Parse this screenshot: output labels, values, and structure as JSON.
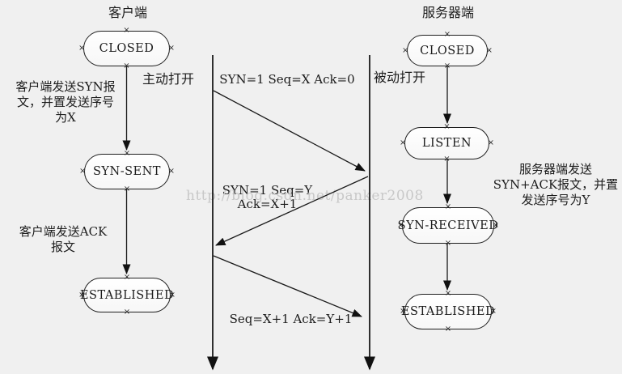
{
  "diagram": {
    "client": {
      "title": "客户端",
      "states": [
        "CLOSED",
        "SYN-SENT",
        "ESTABLISHED"
      ],
      "open_label": "主动打开",
      "note_syn": "客户端发送SYN报\n文，并置发送序号\n为X",
      "note_ack": "客户端发送ACK\n报文"
    },
    "server": {
      "title": "服务器端",
      "states": [
        "CLOSED",
        "LISTEN",
        "SYN-RECEIVED",
        "ESTABLISHED"
      ],
      "open_label": "被动打开",
      "note_synack": "服务器端发送\nSYN+ACK报文，并置\n发送序号为Y"
    },
    "messages": [
      "SYN=1 Seq=X Ack=0",
      "SYN=1 Seq=Y\nAck=X+1",
      "Seq=X+1 Ack=Y+1"
    ],
    "watermark": "http://blog.csdn.net/panker2008",
    "colors": {
      "background": "#f0f0f0",
      "stroke": "#1a1a1a",
      "node_fill": "#ffffff",
      "watermark": "#c8c8c8"
    }
  },
  "icons": {
    "selection_handle": "×"
  }
}
